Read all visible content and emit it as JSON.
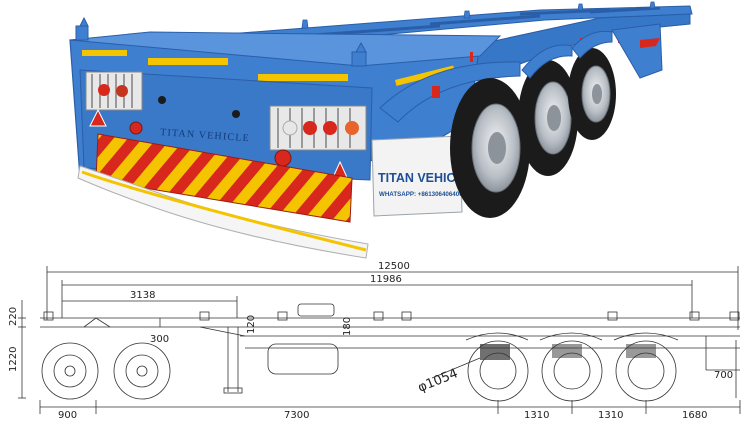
{
  "photo": {
    "brand_plate_text": "TITAN VEHICLE",
    "plate_title": "TITAN VEHICLE",
    "plate_contact": "WHATSAPP: +8613064064064",
    "colors": {
      "frame": "#3f7fd0",
      "frame_dark": "#2a5ea8",
      "stripe_yellow": "#f4c400",
      "stripe_red": "#d8271c",
      "tire": "#1b1b1b",
      "rim": "#cfd3d8"
    }
  },
  "drawing": {
    "dimensions": {
      "overall_length": "12500",
      "frame_length": "11986",
      "kingpin_offset": "3138",
      "front_overhang": "900",
      "front_to_axle": "7300",
      "axle_spacing_1": "1310",
      "axle_spacing_2": "1310",
      "rear_overhang": "1680",
      "rear_height": "700",
      "coupling_height": "220",
      "deck_height": "1220",
      "kingpin_dia": "300",
      "beam_height_1": "120",
      "beam_height_2": "180",
      "wheel_dia": "φ1054"
    }
  }
}
